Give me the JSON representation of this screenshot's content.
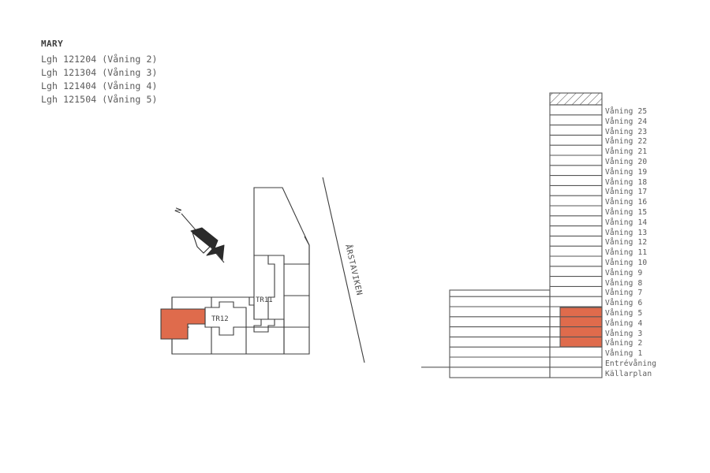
{
  "legend": {
    "title": "MARY",
    "units": [
      "Lgh 121204 (Våning 2)",
      "Lgh 121304 (Våning 3)",
      "Lgh 121404 (Våning 4)",
      "Lgh 121504 (Våning 5)"
    ]
  },
  "siteplan": {
    "north_label": "N",
    "water_label": "ÅRSTAVIKEN",
    "stair_labels": [
      "TR11",
      "TR12"
    ],
    "highlight_color": "#DF6B4C",
    "line_color": "#3c3c3c"
  },
  "section": {
    "roof_hatch": true,
    "highlight_color": "#DF6B4C",
    "line_color": "#555555",
    "highlighted_floors": [
      "Våning 2",
      "Våning 3",
      "Våning 4",
      "Våning 5"
    ],
    "floors": [
      "Våning 25",
      "Våning 24",
      "Våning 23",
      "Våning 22",
      "Våning 21",
      "Våning 20",
      "Våning 19",
      "Våning 18",
      "Våning 17",
      "Våning 16",
      "Våning 15",
      "Våning 14",
      "Våning 13",
      "Våning 12",
      "Våning 11",
      "Våning 10",
      "Våning 9",
      "Våning 8",
      "Våning 7",
      "Våning 6",
      "Våning 5",
      "Våning 4",
      "Våning 3",
      "Våning 2",
      "Våning 1",
      "Entrévåning",
      "Källarplan"
    ]
  }
}
